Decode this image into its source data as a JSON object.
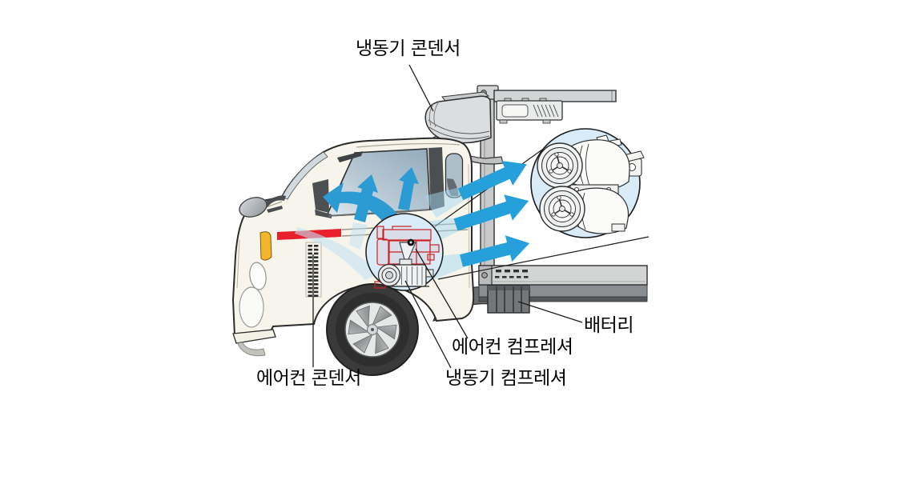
{
  "diagram": {
    "description": "refrigerated-truck-cooling-system-diagram",
    "labels": {
      "refrigerator_condenser": "냉동기 콘덴서",
      "battery": "배터리",
      "ac_compressor": "에어컨 컴프레셔",
      "refrigerator_compressor": "냉동기 컴프레셔",
      "ac_condenser": "에어컨 콘덴서"
    },
    "colors": {
      "background": "#ffffff",
      "airflow_blue": "#2b9cd6",
      "airflow_pale_blue": "#b9ddf1",
      "highlight_red": "#cc2127",
      "stripe_red": "#e8202e",
      "magnifier_fill": "#d9ebf7",
      "body_cream": "#f7f5eb",
      "window_tint": "#9fb8c8",
      "frame_gray": "#c9cbcd",
      "battery_gray": "#74777a",
      "outline_black": "#1c1c1c"
    }
  }
}
